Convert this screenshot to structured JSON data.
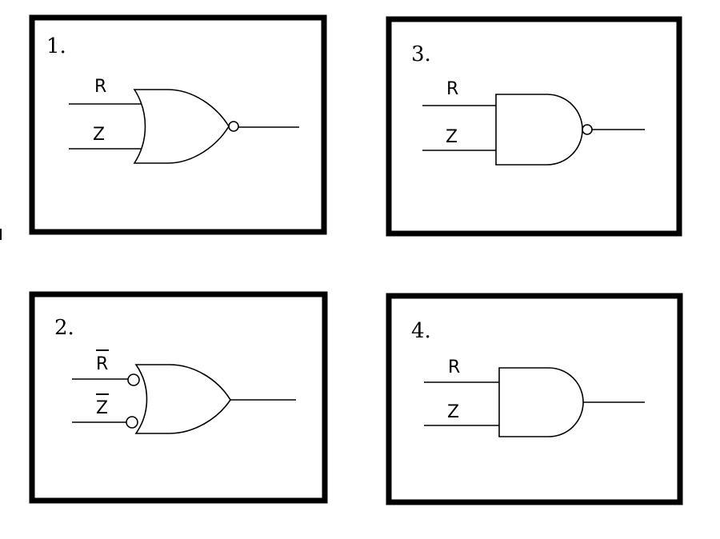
{
  "panels": [
    {
      "number": "1.",
      "gate": "NOR",
      "input_top": "R",
      "input_bottom": "Z",
      "inverted_inputs": false
    },
    {
      "number": "2.",
      "gate": "OR with inverted inputs",
      "input_top": "R",
      "input_bottom": "Z",
      "inverted_inputs": true
    },
    {
      "number": "3.",
      "gate": "NAND",
      "input_top": "R",
      "input_bottom": "Z",
      "inverted_inputs": false
    },
    {
      "number": "4.",
      "gate": "AND",
      "input_top": "R",
      "input_bottom": "Z",
      "inverted_inputs": false
    }
  ],
  "colors": {
    "line": "#000000",
    "background": "#ffffff"
  }
}
